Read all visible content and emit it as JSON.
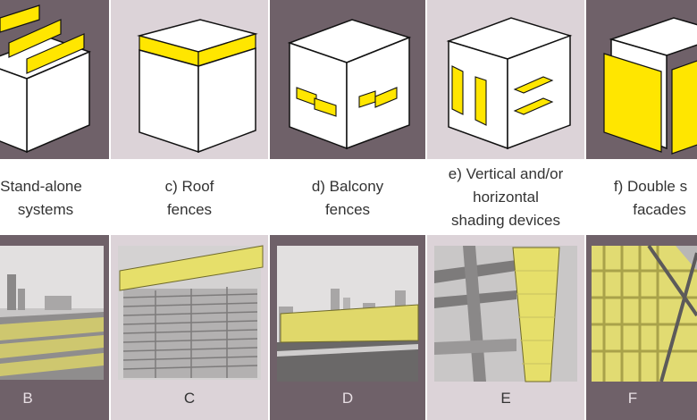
{
  "colors": {
    "dark_panel": "#6f6169",
    "light_panel": "#dcd3d8",
    "highlight": "#ffe600"
  },
  "captions": [
    {
      "id": "b",
      "lines": [
        "Stand-alone",
        "systems"
      ]
    },
    {
      "id": "c",
      "lines": [
        "c) Roof",
        "fences"
      ]
    },
    {
      "id": "d",
      "lines": [
        "d) Balcony",
        "fences"
      ]
    },
    {
      "id": "e",
      "lines": [
        "e) Vertical and/or",
        "horizontal",
        "shading devices"
      ]
    },
    {
      "id": "f",
      "lines": [
        "f) Double s",
        "facades"
      ]
    }
  ],
  "letters": [
    "B",
    "C",
    "D",
    "E",
    "F"
  ]
}
